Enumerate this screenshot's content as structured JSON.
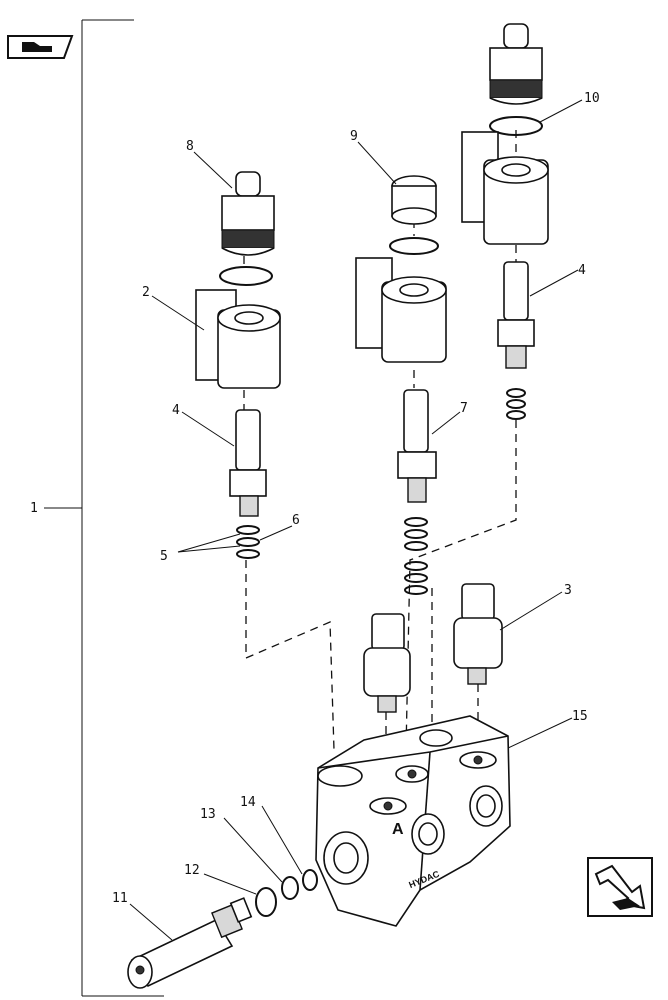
{
  "callouts": {
    "c1": "1",
    "c2": "2",
    "c3": "3",
    "c4a": "4",
    "c4b": "4",
    "c5": "5",
    "c6": "6",
    "c7": "7",
    "c8": "8",
    "c9": "9",
    "c10": "10",
    "c11": "11",
    "c12": "12",
    "c13": "13",
    "c14": "14",
    "c15": "15"
  },
  "block_marks": {
    "port": "A",
    "brand": "HYDAC"
  },
  "icons": {
    "top_left": "book-hand-icon",
    "bottom_right": "next-page-arrow-icon"
  }
}
